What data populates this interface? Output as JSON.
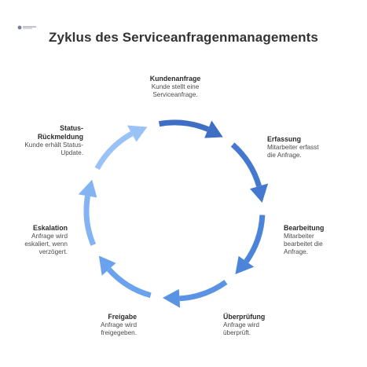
{
  "title": "Zyklus des Serviceanfragenmanagements",
  "steps": [
    {
      "name": "Kundenanfrage",
      "desc": "Kunde stellt eine\nServiceanfrage."
    },
    {
      "name": "Erfassung",
      "desc": "Mitarbeiter erfasst\ndie Anfrage."
    },
    {
      "name": "Bearbeitung",
      "desc": "Mitarbeiter\nbearbeitet die\nAnfrage."
    },
    {
      "name": "Überprüfung",
      "desc": "Anfrage wird\nüberprüft."
    },
    {
      "name": "Freigabe",
      "desc": "Anfrage wird\nfreigegeben."
    },
    {
      "name": "Eskalation",
      "desc": "Anfrage wird\neskaliert, wenn\nverzögert."
    },
    {
      "name": "Status-\nRückmeldung",
      "desc": "Kunde erhält Status-\nUpdate."
    }
  ],
  "colors": [
    "#3e6fc4",
    "#4479cf",
    "#4c84d9",
    "#5a92e4",
    "#6ba2ee",
    "#83b3f3",
    "#99c2f6"
  ]
}
